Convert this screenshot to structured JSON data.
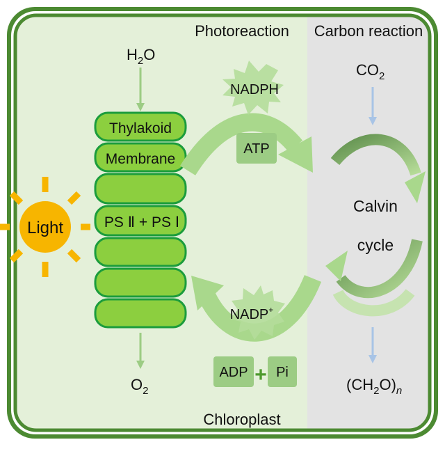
{
  "labels": {
    "photoreaction": "Photoreaction",
    "carbon_reaction": "Carbon reaction",
    "chloroplast": "Chloroplast",
    "light": "Light",
    "water_main": "H",
    "water_sub": "2",
    "water_tail": "O",
    "oxygen_main": "O",
    "oxygen_sub": "2",
    "co2_main": "CO",
    "co2_sub": "2",
    "product_open": "(CH",
    "product_sub": "2",
    "product_close": "O)",
    "product_n": "n",
    "thylakoid": "Thylakoid",
    "membrane": "Membrane",
    "photosystems": "PS Ⅱ + PS Ⅰ",
    "nadph": "NADPH",
    "atp": "ATP",
    "nadp": "NADP",
    "nadp_sup": "+",
    "adp": "ADP",
    "plus": "+",
    "pi": "Pi",
    "calvin": "Calvin",
    "cycle": "cycle"
  },
  "colors": {
    "cell_border": "#4c8a32",
    "photo_bg": "#e4f0d9",
    "carbon_bg": "#e3e3e3",
    "disc_fill": "#8ccf3f",
    "disc_stroke": "#1b9c3c",
    "arrow_green": "#a9d88c",
    "box_green": "#9ccc84",
    "sun": "#f7b500",
    "blue_arrow": "#a8c4e6",
    "calvin_dark": "#6e9c5a"
  }
}
